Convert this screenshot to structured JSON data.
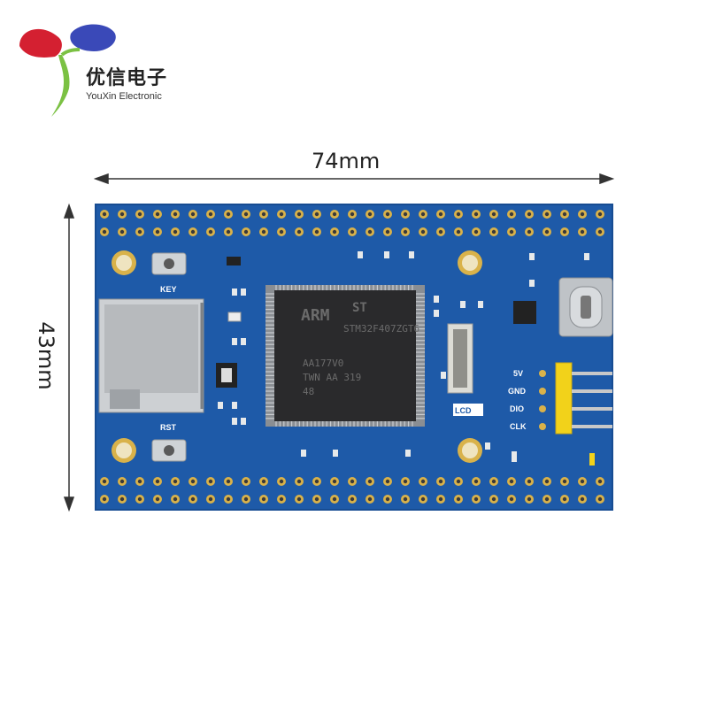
{
  "brand": {
    "name_cn": "优信电子",
    "name_en": "YouXin Electronic"
  },
  "dimensions": {
    "width_label": "74mm",
    "height_label": "43mm"
  },
  "board_labels": {
    "key": "KEY",
    "rst": "RST",
    "lcd": "LCD",
    "pin_5v": "5V",
    "pin_gnd": "GND",
    "pin_dio": "DIO",
    "pin_clk": "CLK"
  },
  "chip": {
    "brand": "ARM",
    "logo": "ST",
    "part": "STM32F407ZGT6",
    "line2": "AA177V0",
    "line3": "TWN AA 319",
    "line4": "48"
  },
  "colors": {
    "pcb": "#1e5aa8",
    "pcb_dark": "#174c92",
    "gold": "#d9b24a",
    "header_yellow": "#f2d21a"
  },
  "icons": [
    "logo-y-icon"
  ]
}
